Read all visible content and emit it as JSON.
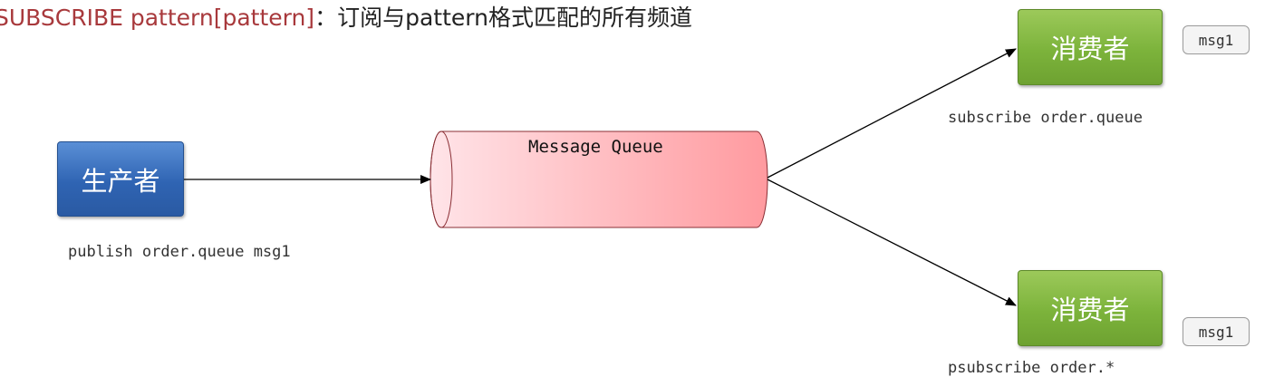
{
  "header": {
    "command": "SUBSCRIBE pattern[pattern]",
    "separator": "：",
    "description": "订阅与pattern格式匹配的所有频道"
  },
  "producer": {
    "label": "生产者",
    "command": "publish order.queue msg1"
  },
  "queue": {
    "label": "Message Queue"
  },
  "consumers": [
    {
      "label": "消费者",
      "command": "subscribe order.queue",
      "message": "msg1"
    },
    {
      "label": "消费者",
      "command": "psubscribe order.*",
      "message": "msg1"
    }
  ],
  "colors": {
    "command_text": "#a8393c",
    "producer": "#2f64b3",
    "consumer": "#7cb33b",
    "queue_fill_start": "#ffe4e8",
    "queue_fill_end": "#ff9a9f",
    "queue_stroke": "#8a2f35"
  }
}
